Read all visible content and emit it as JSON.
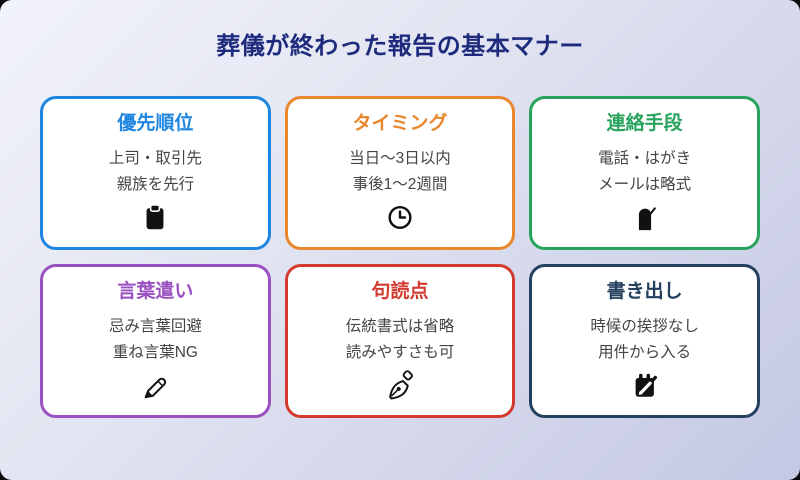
{
  "title": "葬儀が終わった報告の基本マナー",
  "colors": {
    "title_navy": "#1e2b7d",
    "background_top": "#f1f2fa",
    "background_bottom": "#c4c8e3",
    "card_background": "#ffffff",
    "body_text": "#454545",
    "icon_black": "#111111"
  },
  "cards": [
    {
      "title": "優先順位",
      "line1": "上司・取引先",
      "line2": "親族を先行",
      "icon": "clipboard-icon",
      "accent": "#1e86e0"
    },
    {
      "title": "タイミング",
      "line1": "当日〜3日以内",
      "line2": "事後1〜2週間",
      "icon": "clock-icon",
      "accent": "#e8872b"
    },
    {
      "title": "連絡手段",
      "line1": "電話・はがき",
      "line2": "メールは略式",
      "icon": "postbox-icon",
      "accent": "#27a35d"
    },
    {
      "title": "言葉遣い",
      "line1": "忌み言葉回避",
      "line2": "重ね言葉NG",
      "icon": "pen-icon",
      "accent": "#9a50c0"
    },
    {
      "title": "句読点",
      "line1": "伝統書式は省略",
      "line2": "読みやすさも可",
      "icon": "fountain-pen-icon",
      "accent": "#d23a30"
    },
    {
      "title": "書き出し",
      "line1": "時候の挨拶なし",
      "line2": "用件から入る",
      "icon": "memo-icon",
      "accent": "#24405e"
    }
  ]
}
